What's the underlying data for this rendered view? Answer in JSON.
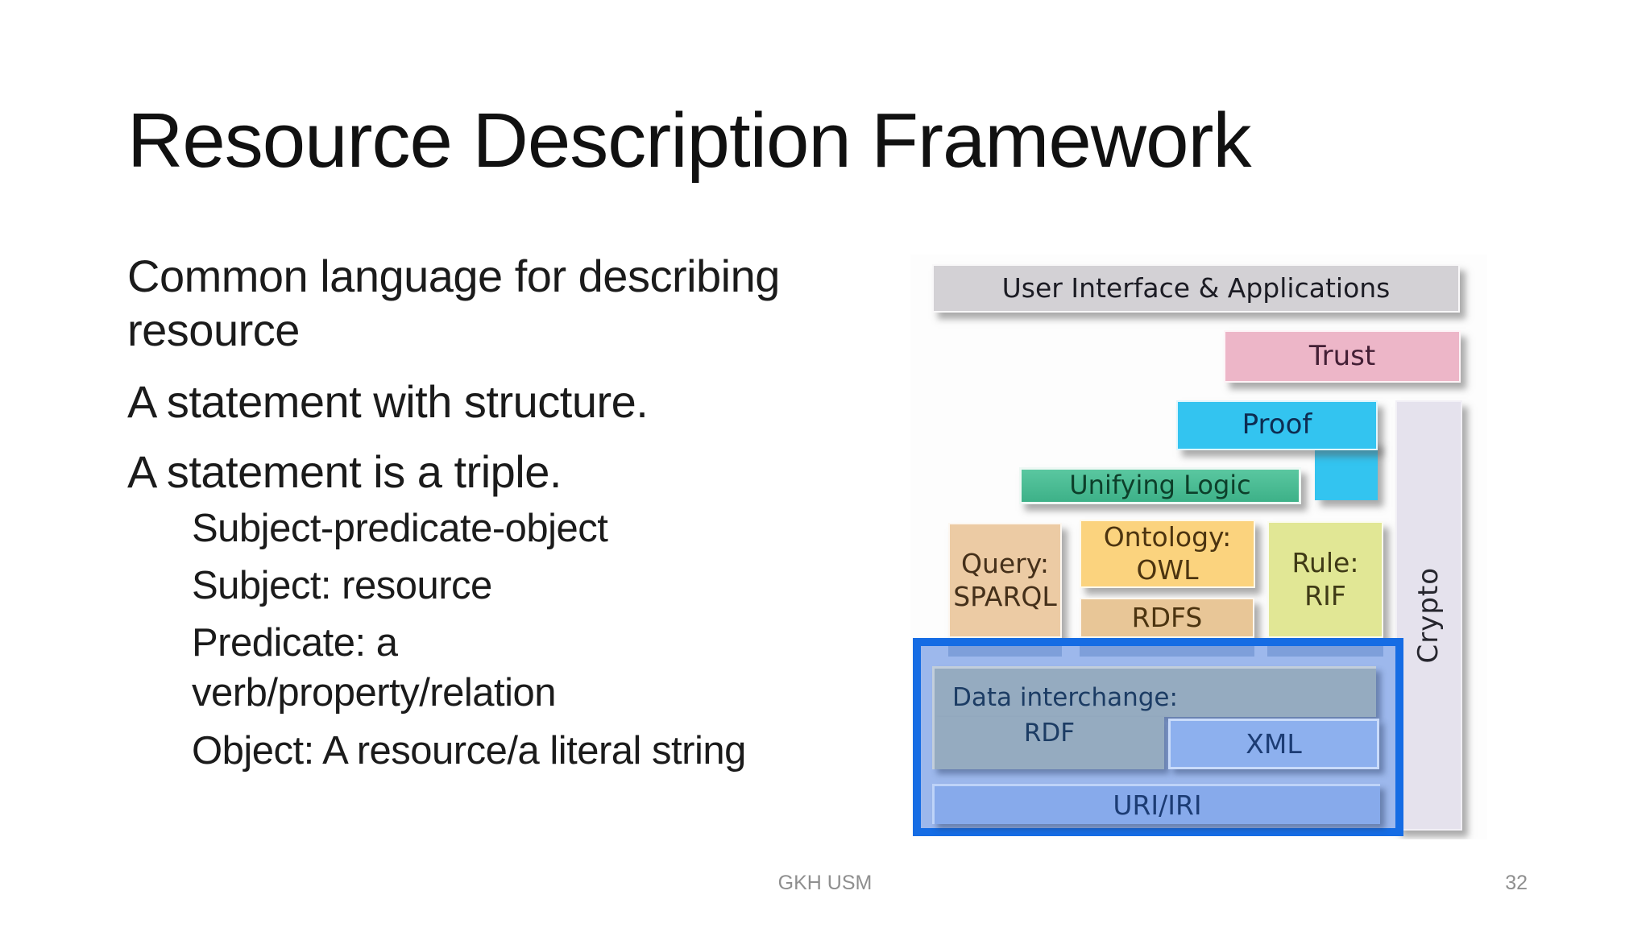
{
  "slide": {
    "title": "Resource Description Framework",
    "bullets": [
      {
        "lines": [
          "Common language for describing",
          "resource"
        ]
      },
      {
        "lines": [
          "A statement with structure."
        ]
      },
      {
        "lines": [
          "A statement is a triple."
        ]
      }
    ],
    "sub_bullets": [
      {
        "lines": [
          "Subject-predicate-object"
        ]
      },
      {
        "lines": [
          "Subject: resource"
        ]
      },
      {
        "lines": [
          "Predicate: a",
          "verb/property/relation"
        ]
      },
      {
        "lines": [
          "Object: A resource/a literal string"
        ]
      }
    ],
    "footer": {
      "author": "GKH USM",
      "page_number": "32"
    }
  },
  "diagram": {
    "blocks": {
      "user_interface": "User Interface & Applications",
      "trust": "Trust",
      "proof": "Proof",
      "unifying_logic": "Unifying Logic",
      "query": {
        "line1": "Query:",
        "line2": "SPARQL"
      },
      "ontology": {
        "line1": "Ontology:",
        "line2": "OWL"
      },
      "rdfs": "RDFS",
      "rule": {
        "line1": "Rule:",
        "line2": "RIF"
      },
      "crypto": "Crypto",
      "data_interchange": {
        "line1": "Data interchange:",
        "line2": "RDF"
      },
      "xml": "XML",
      "uri": "URI/IRI"
    },
    "colors": {
      "user_interface": "#d3d1d5",
      "trust": "#edb6c8",
      "proof": "#33c4f0",
      "unifying_logic": "#4cbe95",
      "query": "#eccba4",
      "ontology_owl": "#fbd37e",
      "rdfs": "#e8c697",
      "rule_rif": "#e1e795",
      "crypto": "#e5e2ed",
      "rdf_frame_border": "#156ce4",
      "rdf_frame_fill": "#9db8ec",
      "data_interchange": "#95abc0",
      "xml": "#8db0ee",
      "uri": "#87aaeb"
    }
  }
}
